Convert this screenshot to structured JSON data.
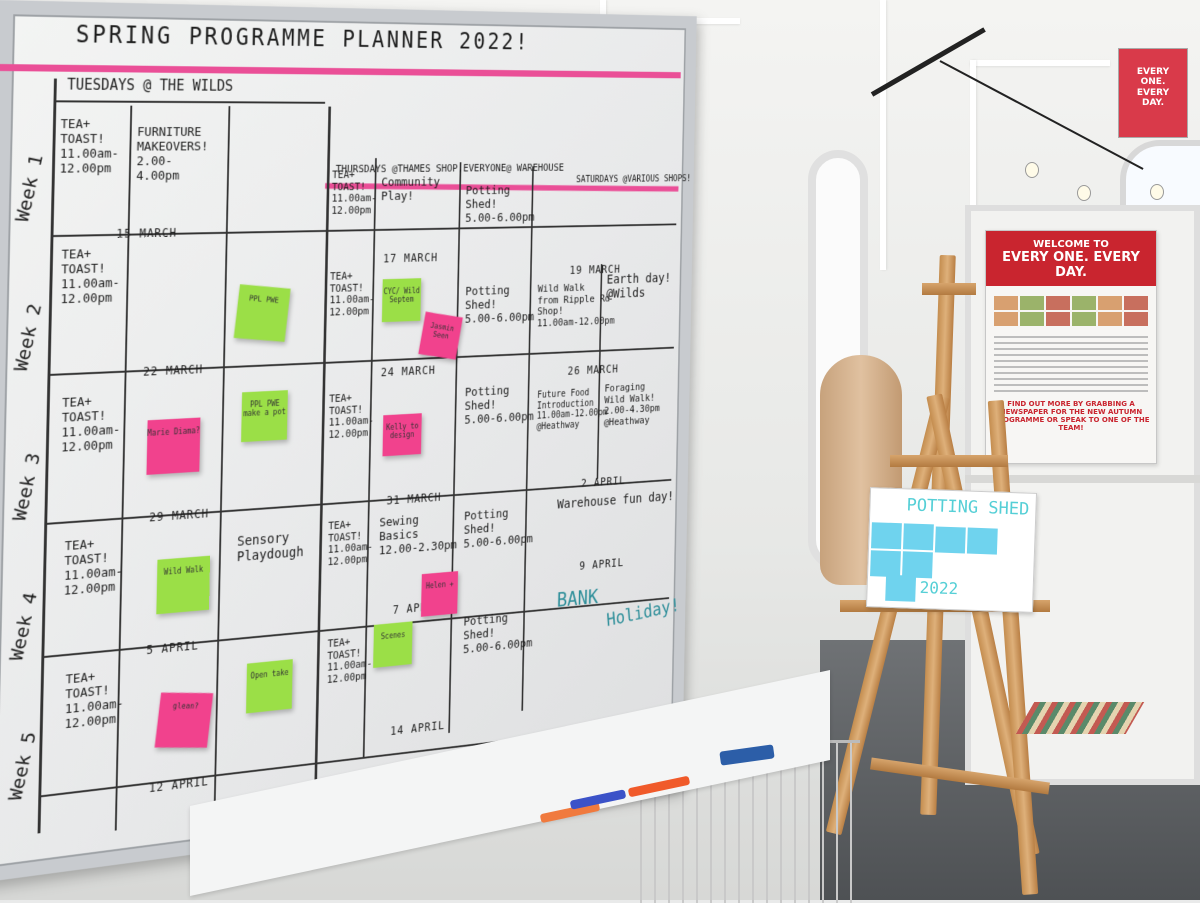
{
  "board": {
    "title": "SPRING PROGRAMME PLANNER 2022!",
    "columns": {
      "tuesdays": "TUESDAYS @ THE WILDS",
      "thursdays": "THURSDAYS @THAMES SHOP,EVERYONE@ WAREHOUSE",
      "saturdays": "SATURDAYS @VARIOUS SHOPS!"
    },
    "weeks": [
      "Week 1",
      "Week 2",
      "Week 3",
      "Week 4",
      "Week 5"
    ],
    "dates": {
      "w1_tue": "15 MARCH",
      "w2_tue": "22 MARCH",
      "w3_tue": "29 MARCH",
      "w4_tue": "5 APRIL",
      "w5_tue": "12 APRIL",
      "w1_thu": "17 MARCH",
      "w2_thu": "24 MARCH",
      "w3_thu": "31 MARCH",
      "w4_thu": "7 APRIL",
      "w5_thu": "14 APRIL",
      "w1_sat": "19 MARCH",
      "w2_sat": "26 MARCH",
      "w3_sat": "2 APRIL",
      "w4_sat": "9 APRIL"
    },
    "entries": {
      "tea_toast": "TEA+\nTOAST!\n11.00am-\n12.00pm",
      "furniture": "FURNITURE\nMAKEOVERS!\n2.00-\n4.00pm",
      "community_play": "Community\nPlay!",
      "potting_shed": "Potting\nShed!\n5.00-6.00pm",
      "wild_walk": "Wild Walk\nfrom Ripple Rd\nShop!\n11.00am-12.00pm",
      "earth_day": "Earth day!\n@Wilds",
      "future_food": "Future Food\nIntroduction\n11.00am-12.00pm\n@Heathway",
      "foraging": "Foraging\nWild Walk!\n2.00-4.30pm\n@Heathway",
      "sensory": "Sensory\nPlaydough",
      "sewing": "Sewing\nBasics\n12.00-2.30pm",
      "warehouse_fun": "Warehouse fun day!",
      "bank": "BANK",
      "holiday": "Holiday!"
    },
    "sticky_notes": {
      "s1": "PPL\nPWE",
      "s2": "CYC/\nWild\nSeptem",
      "s3": "Jasmin\nSeen",
      "s4": "Marie\nDiama?",
      "s5": "PPL\nPWE\nmake a\npot",
      "s6": "Kelly\nto\ndesign",
      "s7": "Wild\nWalk",
      "s8": "Helen\n+",
      "s9": "Scenes",
      "s10": "Open\ntake",
      "s11": "glean?"
    }
  },
  "poster_small": "EVERY\nONE.\nEVERY\nDAY.",
  "poster": {
    "heading_1": "WELCOME TO",
    "heading_2": "EVERY ONE. EVERY DAY.",
    "footer": "FIND OUT MORE BY GRABBING A NEWSPAPER FOR THE NEW AUTUMN PROGRAMME OR SPEAK TO ONE OF THE TEAM!"
  },
  "easel": {
    "title": "POTTING SHED",
    "year": "2022"
  },
  "colors": {
    "pink_tape": "#ea4f97",
    "sticky_pink": "#f1428d",
    "sticky_green": "#9bdf47",
    "poster_red": "#c9252f",
    "easel_teal": "#55cfd6"
  }
}
